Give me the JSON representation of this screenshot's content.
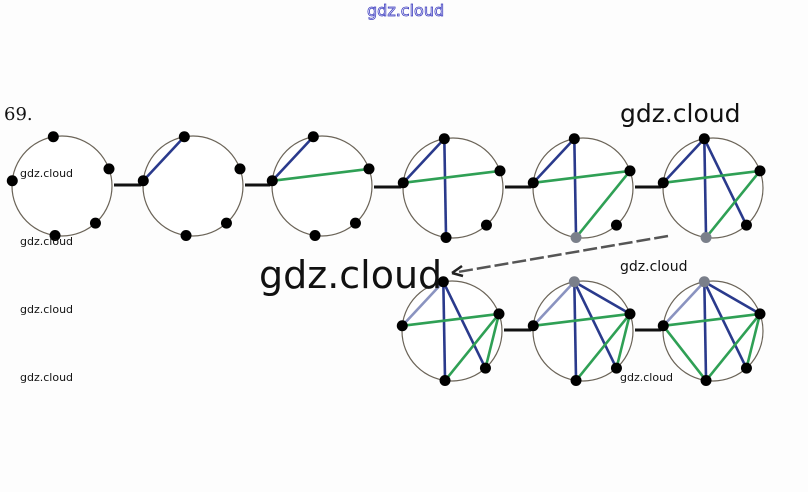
{
  "problem_number": "69.",
  "watermarks": {
    "top": "gdz.cloud",
    "w1": "gdz.cloud",
    "w2": "gdz.cloud",
    "w3": "gdz.cloud",
    "w4": "gdz.cloud",
    "big_center": "gdz.cloud",
    "top_right": "gdz.cloud",
    "mid_right": "gdz.cloud",
    "bottom_right": "gdz.cloud"
  },
  "colors": {
    "blue": "#2a3a8c",
    "green": "#2fa055",
    "vertex": "#000000",
    "faded_vertex": "#7a7f8a",
    "circle": "#6b6458"
  },
  "graphs": [
    {
      "blue": [],
      "green": []
    },
    {
      "blue": [
        "EA"
      ],
      "green": []
    },
    {
      "blue": [
        "EA"
      ],
      "green": [
        "EB"
      ]
    },
    {
      "blue": [
        "EA",
        "AD"
      ],
      "green": [
        "EB"
      ]
    },
    {
      "blue": [
        "EA",
        "AD"
      ],
      "green": [
        "EB",
        "BD"
      ]
    },
    {
      "blue": [
        "EA",
        "AD",
        "AC"
      ],
      "green": [
        "EB",
        "BD"
      ]
    },
    {
      "blue": [
        "EA",
        "AD",
        "AC"
      ],
      "green": [
        "EB",
        "BD",
        "BC"
      ]
    },
    {
      "blue": [
        "EA",
        "AD",
        "AC",
        "AB"
      ],
      "green": [
        "EB",
        "BD",
        "BC"
      ]
    },
    {
      "blue": [
        "EA",
        "AD",
        "AC",
        "AB"
      ],
      "green": [
        "EB",
        "BD",
        "BC",
        "ED"
      ]
    }
  ]
}
